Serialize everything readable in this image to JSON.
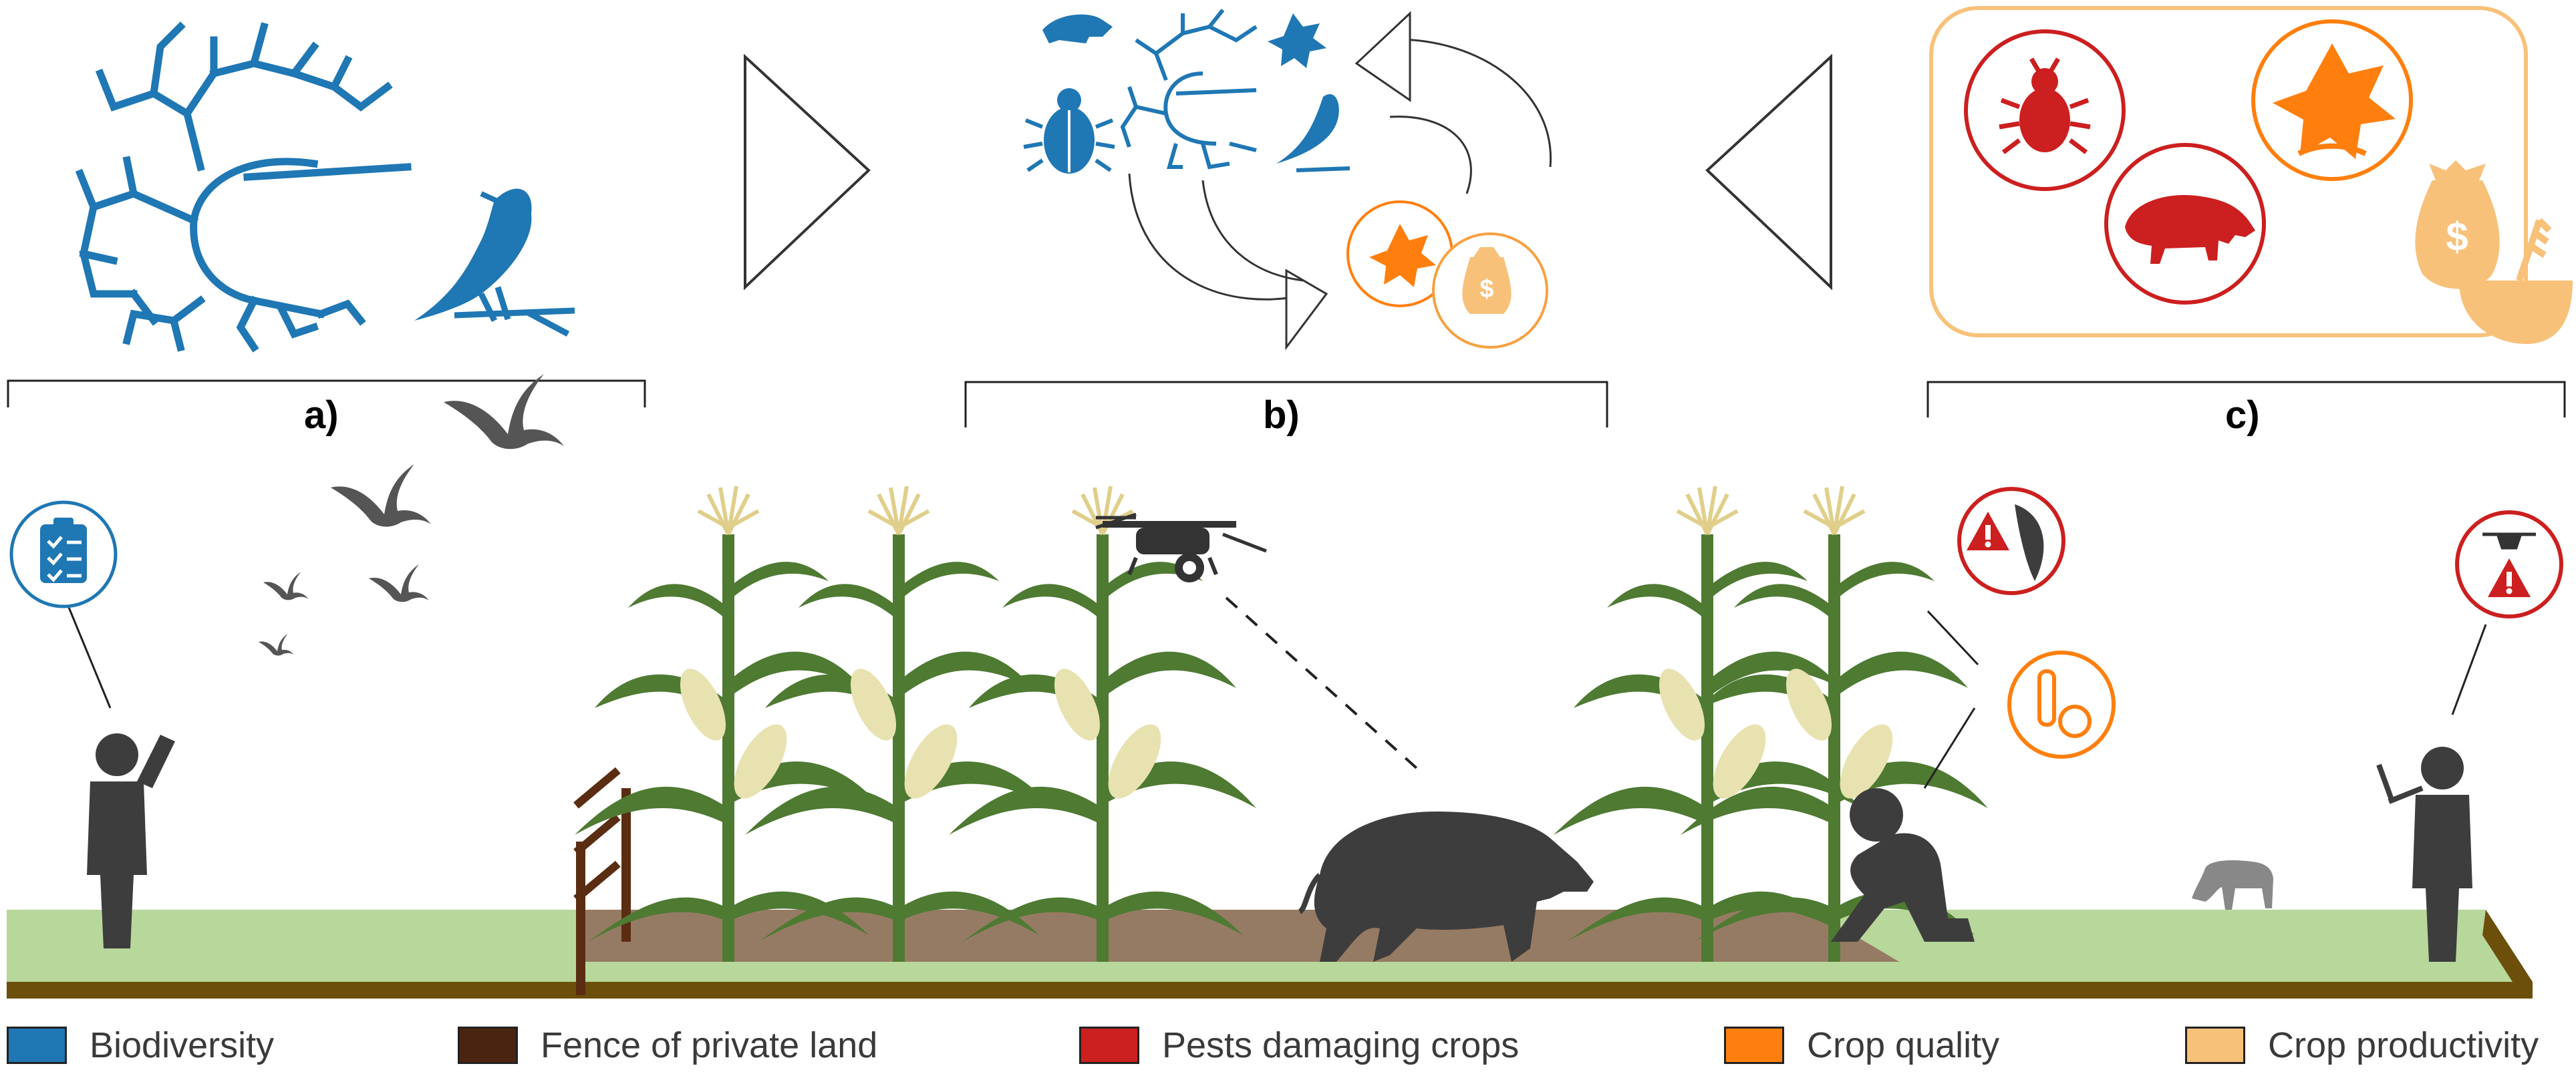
{
  "panels": [
    {
      "id": "a",
      "label": "a)"
    },
    {
      "id": "b",
      "label": "b)"
    },
    {
      "id": "c",
      "label": "c)"
    }
  ],
  "legend": [
    {
      "label": "Biodiversity",
      "color": "#1f77b4"
    },
    {
      "label": "Fence of private land",
      "color": "#4a2410"
    },
    {
      "label": "Pests damaging crops",
      "color": "#cc1f1f"
    },
    {
      "label": "Crop quality",
      "color": "#ff7f0e"
    },
    {
      "label": "Crop productivity",
      "color": "#f8c17a"
    }
  ],
  "colors": {
    "biodiversity_blue": "#1f77b4",
    "pest_red": "#cc1f1f",
    "quality_orange": "#ff7f0e",
    "productivity_light_orange": "#f8c17a",
    "grass_green": "#b7d79b",
    "soil_brown": "#967b64",
    "ground_edge": "#6b4f0a",
    "figure_gray": "#3d3d3d",
    "maize_green": "#4e7a32",
    "corn_cob": "#e8e2b0"
  },
  "icons": [
    "phylogenetic-tree-icon",
    "bird-icon",
    "beetle-icon",
    "boar-icon",
    "flower-icon",
    "money-bag-icon",
    "grain-bowl-icon",
    "clipboard-icon",
    "drone-icon",
    "warning-icon",
    "leaf-icon",
    "test-tube-dna-icon",
    "cow-icon"
  ]
}
